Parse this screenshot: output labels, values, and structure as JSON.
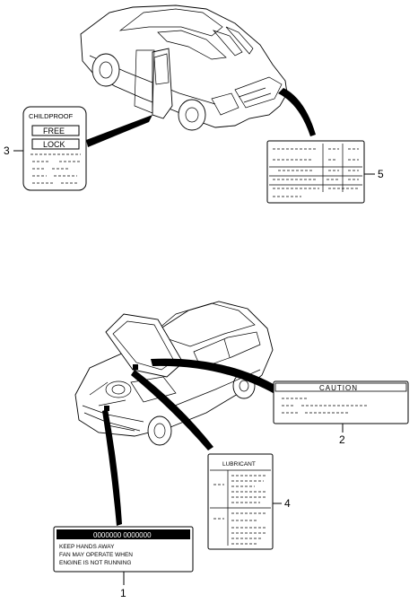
{
  "labels": {
    "label_1": {
      "callout": "1",
      "header_text": "0000000 0000000",
      "lines": [
        "KEEP HANDS AWAY",
        "FAN MAY OPERATE WHEN",
        "ENGINE IS NOT RUNNING"
      ]
    },
    "label_2": {
      "callout": "2",
      "title": "CAUTION"
    },
    "label_3": {
      "callout": "3",
      "title": "CHILDPROOF",
      "free": "FREE",
      "lock": "LOCK"
    },
    "label_4": {
      "callout": "4",
      "title": "LUBRICANT"
    },
    "label_5": {
      "callout": "5"
    }
  }
}
